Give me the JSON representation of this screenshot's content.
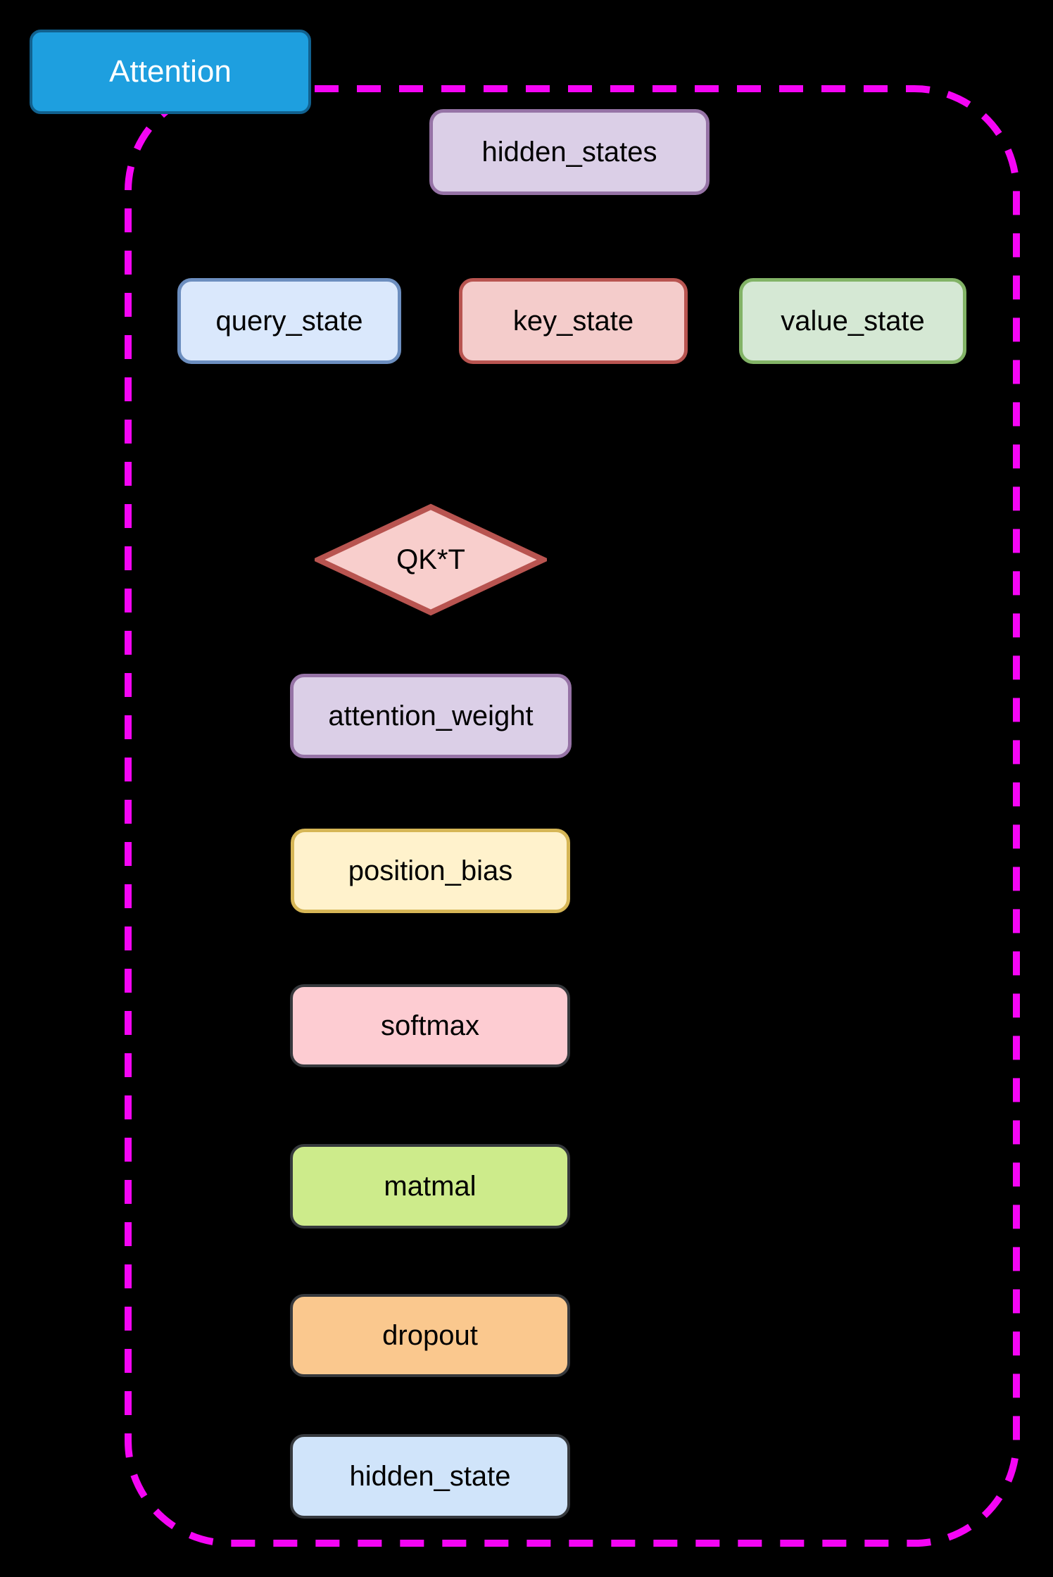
{
  "diagram": {
    "background_color": "#000000",
    "group": {
      "border_color": "#f505f5",
      "border_style": "dashed"
    },
    "title_node": {
      "label": "Attention",
      "fill": "#1e9fdf",
      "border": "#11618f",
      "text_color": "#ffffff"
    },
    "nodes": {
      "hidden_states": {
        "label": "hidden_states",
        "shape": "rect",
        "fill": "#dbcfe7",
        "border": "#9673a6"
      },
      "query_state": {
        "label": "query_state",
        "shape": "rect",
        "fill": "#dae8fc",
        "border": "#6c8ebf"
      },
      "key_state": {
        "label": "key_state",
        "shape": "rect",
        "fill": "#f4cccb",
        "border": "#b85450"
      },
      "value_state": {
        "label": "value_state",
        "shape": "rect",
        "fill": "#d5e8d4",
        "border": "#82b366"
      },
      "qkt": {
        "label": "QK*T",
        "shape": "diamond",
        "fill": "#f8cecc",
        "border": "#b85450"
      },
      "attention_weight": {
        "label": "attention_weight",
        "shape": "rect",
        "fill": "#dbcfe7",
        "border": "#9673a6"
      },
      "position_bias": {
        "label": "position_bias",
        "shape": "rect",
        "fill": "#fff2cc",
        "border": "#d6b656"
      },
      "softmax": {
        "label": "softmax",
        "shape": "rect",
        "fill": "#fdccd2",
        "border": "#36393d"
      },
      "matmal": {
        "label": "matmal",
        "shape": "rect",
        "fill": "#cdeb8b",
        "border": "#36393d"
      },
      "dropout": {
        "label": "dropout",
        "shape": "rect",
        "fill": "#fac88e",
        "border": "#36393d"
      },
      "hidden_state": {
        "label": "hidden_state",
        "shape": "rect",
        "fill": "#d0e4fa",
        "border": "#36393d"
      }
    }
  }
}
